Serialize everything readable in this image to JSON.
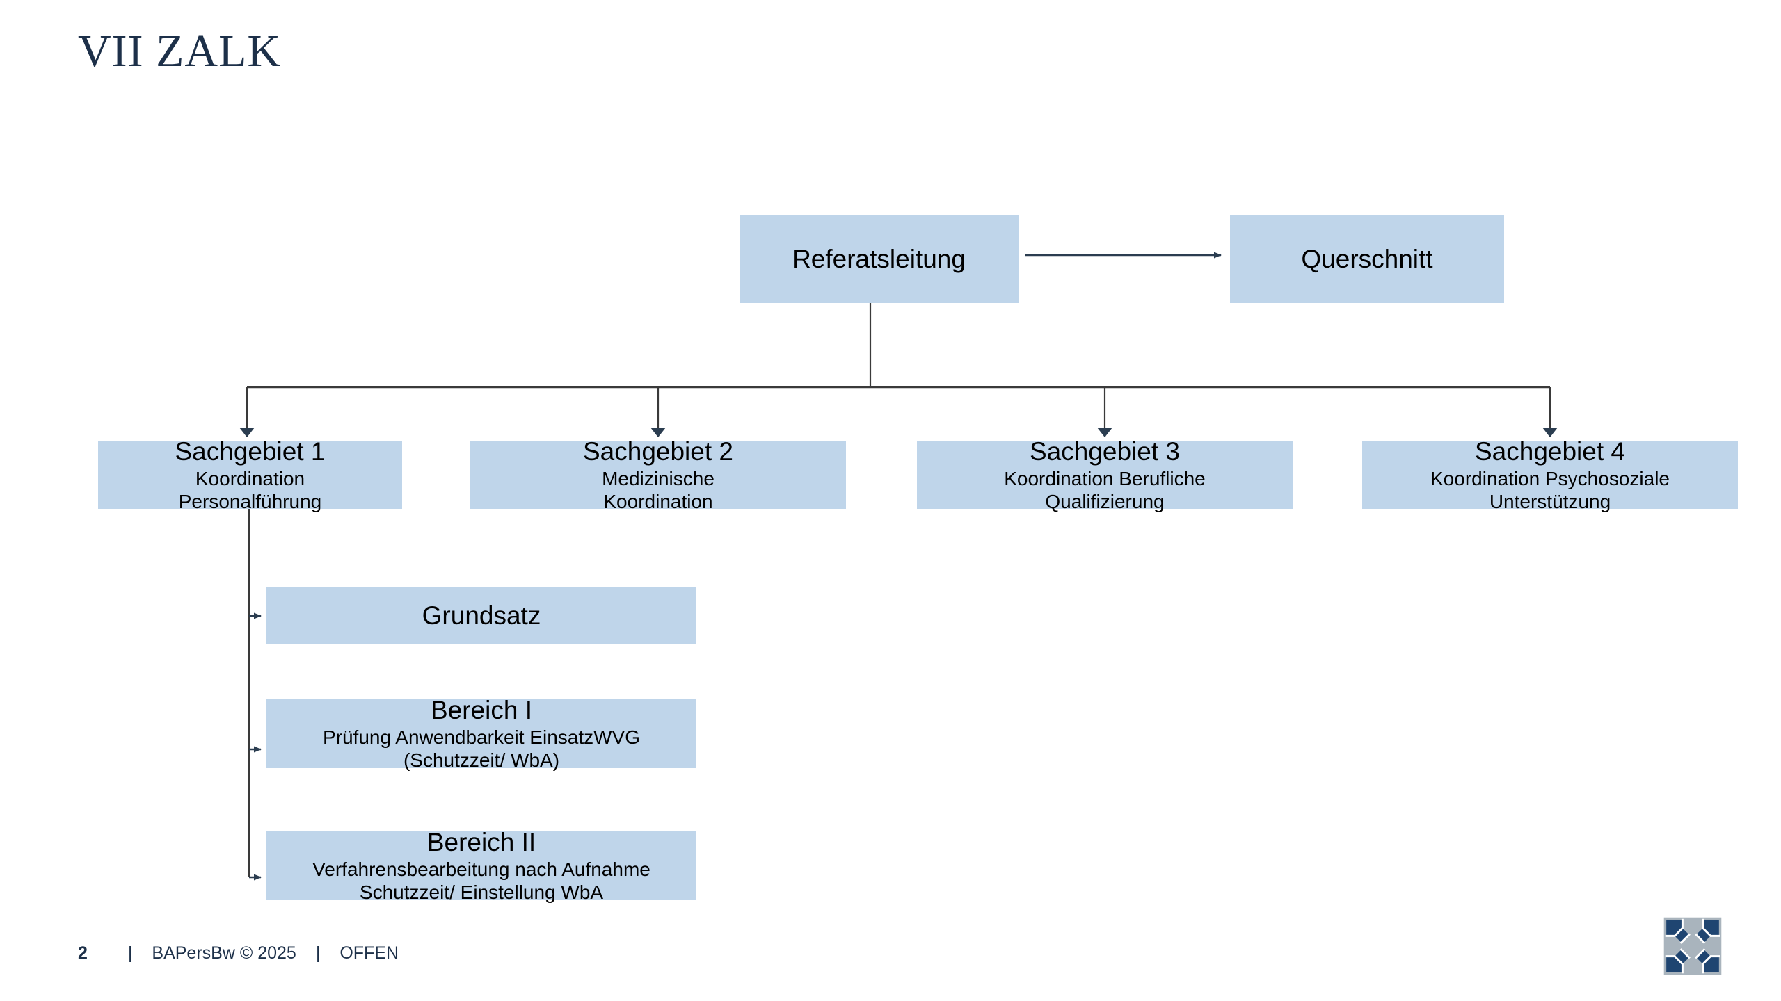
{
  "slide": {
    "title": "VII ZALK"
  },
  "chart": {
    "type": "org-chart",
    "root": {
      "id": "referatsleitung",
      "label": "Referatsleitung"
    },
    "lateral": {
      "id": "querschnitt",
      "label": "Querschnitt"
    },
    "departments": [
      {
        "id": "sachgebiet-1",
        "title": "Sachgebiet 1",
        "subtitle_lines": [
          "Koordination",
          "Personalführung"
        ]
      },
      {
        "id": "sachgebiet-2",
        "title": "Sachgebiet 2",
        "subtitle_lines": [
          "Medizinische",
          "Koordination"
        ]
      },
      {
        "id": "sachgebiet-3",
        "title": "Sachgebiet 3",
        "subtitle_lines": [
          "Koordination Berufliche",
          "Qualifizierung"
        ]
      },
      {
        "id": "sachgebiet-4",
        "title": "Sachgebiet 4",
        "subtitle_lines": [
          "Koordination Psychosoziale",
          "Unterstützung"
        ]
      }
    ],
    "subunits": [
      {
        "id": "grundsatz",
        "title": "Grundsatz",
        "subtitle_lines": []
      },
      {
        "id": "bereich-1",
        "title": "Bereich I",
        "subtitle_lines": [
          "Prüfung Anwendbarkeit EinsatzWVG",
          "(Schutzzeit/ WbA)"
        ]
      },
      {
        "id": "bereich-2",
        "title": "Bereich II",
        "subtitle_lines": [
          "Verfahrensbearbeitung nach Aufnahme",
          "Schutzzeit/ Einstellung WbA"
        ]
      }
    ]
  },
  "footer": {
    "page_number": "2",
    "separator": "|",
    "copyright": "BAPersBw © 2025",
    "classification": "OFFEN"
  },
  "colors": {
    "node_fill": "#bfd5ea",
    "title_text": "#1d3049",
    "node_text": "#000000",
    "connector": "#3a3a3a",
    "logo_navy": "#1f4571",
    "logo_gray": "#a9b4bd"
  },
  "logo": {
    "name": "bundeswehr-iron-cross-logo"
  }
}
